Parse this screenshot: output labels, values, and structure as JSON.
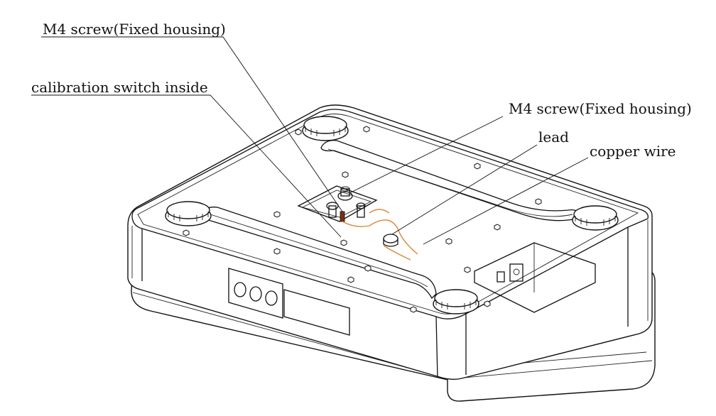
{
  "labels": {
    "screw_top": "M4 screw(Fixed housing)",
    "calibration": "calibration switch inside",
    "screw_right": "M4 screw(Fixed housing)",
    "lead": "lead",
    "copper": "copper wire"
  },
  "colors": {
    "line": "#111111",
    "wire": "#d8893a",
    "background": "#ffffff"
  }
}
